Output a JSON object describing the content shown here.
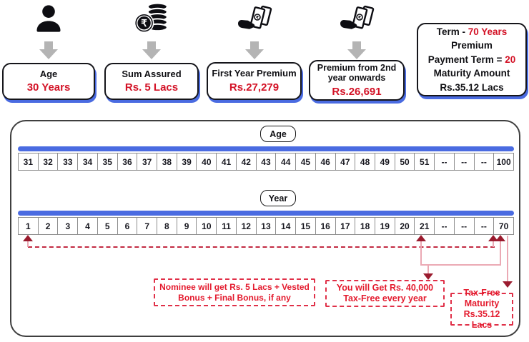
{
  "top": {
    "items": [
      {
        "icon": "person-icon",
        "label": "Age",
        "value": "30 Years"
      },
      {
        "icon": "coins-icon",
        "label": "Sum Assured",
        "value": "Rs. 5  Lacs"
      },
      {
        "icon": "money-hand-icon",
        "label": "First Year Premium",
        "value": "Rs.27,279"
      },
      {
        "icon": "money-hand-icon",
        "label": "Premium from 2nd year onwards",
        "value": "Rs.26,691"
      }
    ],
    "term_box": {
      "l1a": "Term  - ",
      "l1b": "70 Years",
      "l2": "Premium",
      "l3a": "Payment Term = ",
      "l3b": "20",
      "l4": "Maturity Amount",
      "l5": "Rs.35.12 Lacs"
    }
  },
  "timeline": {
    "age_label": "Age",
    "age_cells": [
      "31",
      "32",
      "33",
      "34",
      "35",
      "36",
      "37",
      "38",
      "39",
      "40",
      "41",
      "42",
      "43",
      "44",
      "45",
      "46",
      "47",
      "48",
      "49",
      "50",
      "51",
      "--",
      "--",
      "--",
      "100"
    ],
    "year_label": "Year",
    "year_cells": [
      "1",
      "2",
      "3",
      "4",
      "5",
      "6",
      "7",
      "8",
      "9",
      "10",
      "11",
      "12",
      "13",
      "14",
      "15",
      "16",
      "17",
      "18",
      "19",
      "20",
      "21",
      "--",
      "--",
      "--",
      "70"
    ],
    "annotations": {
      "nominee": "Nominee will get Rs. 5 Lacs + Vested Bonus + Final Bonus, if any",
      "tax_free_yearly": "You will Get Rs. 40,000 Tax-Free every year",
      "maturity": "Tax-Free Maturity Rs.35.12 Lacs"
    }
  },
  "colors": {
    "accent_blue": "#4a6be1",
    "value_red": "#d31226",
    "annotation_red": "#e41b2e",
    "arrow_dark_red": "#9a1b2e",
    "line_pink": "#eba9b4",
    "dashed_line_red": "#c22a42",
    "arrow_gray": "#b4b4b4"
  }
}
